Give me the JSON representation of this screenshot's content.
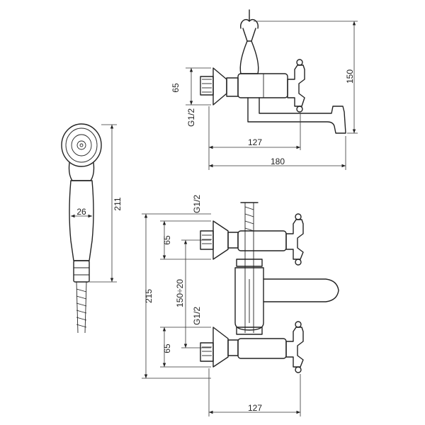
{
  "labels": {
    "top_thread_height": "65",
    "top_thread": "G1/2",
    "top_height": "150",
    "top_width_inner": "127",
    "top_width_outer": "180",
    "shower_diameter": "26",
    "shower_length": "211",
    "front_thread_top": "G1/2",
    "front_thread_height_top": "65",
    "front_total_height": "215",
    "front_centers": "150÷20",
    "front_thread_bottom": "G1/2",
    "front_thread_height_bottom": "65",
    "front_width": "127"
  }
}
